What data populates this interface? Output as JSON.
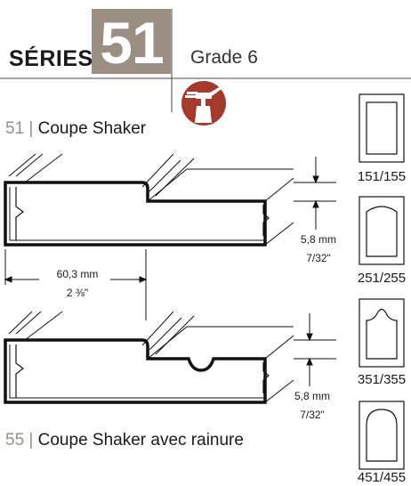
{
  "header": {
    "series_word": "SÉRIES",
    "series_number": "51",
    "grade": "Grade 6",
    "icon": "spray-gun-icon"
  },
  "section_1": {
    "number": "51",
    "separator": "|",
    "title": "Coupe Shaker"
  },
  "section_2": {
    "number": "55",
    "separator": "|",
    "title": "Coupe Shaker avec rainure"
  },
  "dimensions": {
    "width_mm": "60,3 mm",
    "width_in": "2 ⅜\"",
    "depth1_mm": "5,8 mm",
    "depth1_in": "7/32\"",
    "depth2_mm": "5,8 mm",
    "depth2_in": "7/32\""
  },
  "door_styles": [
    {
      "code": "151/155",
      "shape": "square"
    },
    {
      "code": "251/255",
      "shape": "cathedral"
    },
    {
      "code": "351/355",
      "shape": "ogee"
    },
    {
      "code": "451/455",
      "shape": "arch"
    }
  ],
  "colors": {
    "accent": "#9b8f84",
    "icon_bg": "#a33a2c"
  }
}
